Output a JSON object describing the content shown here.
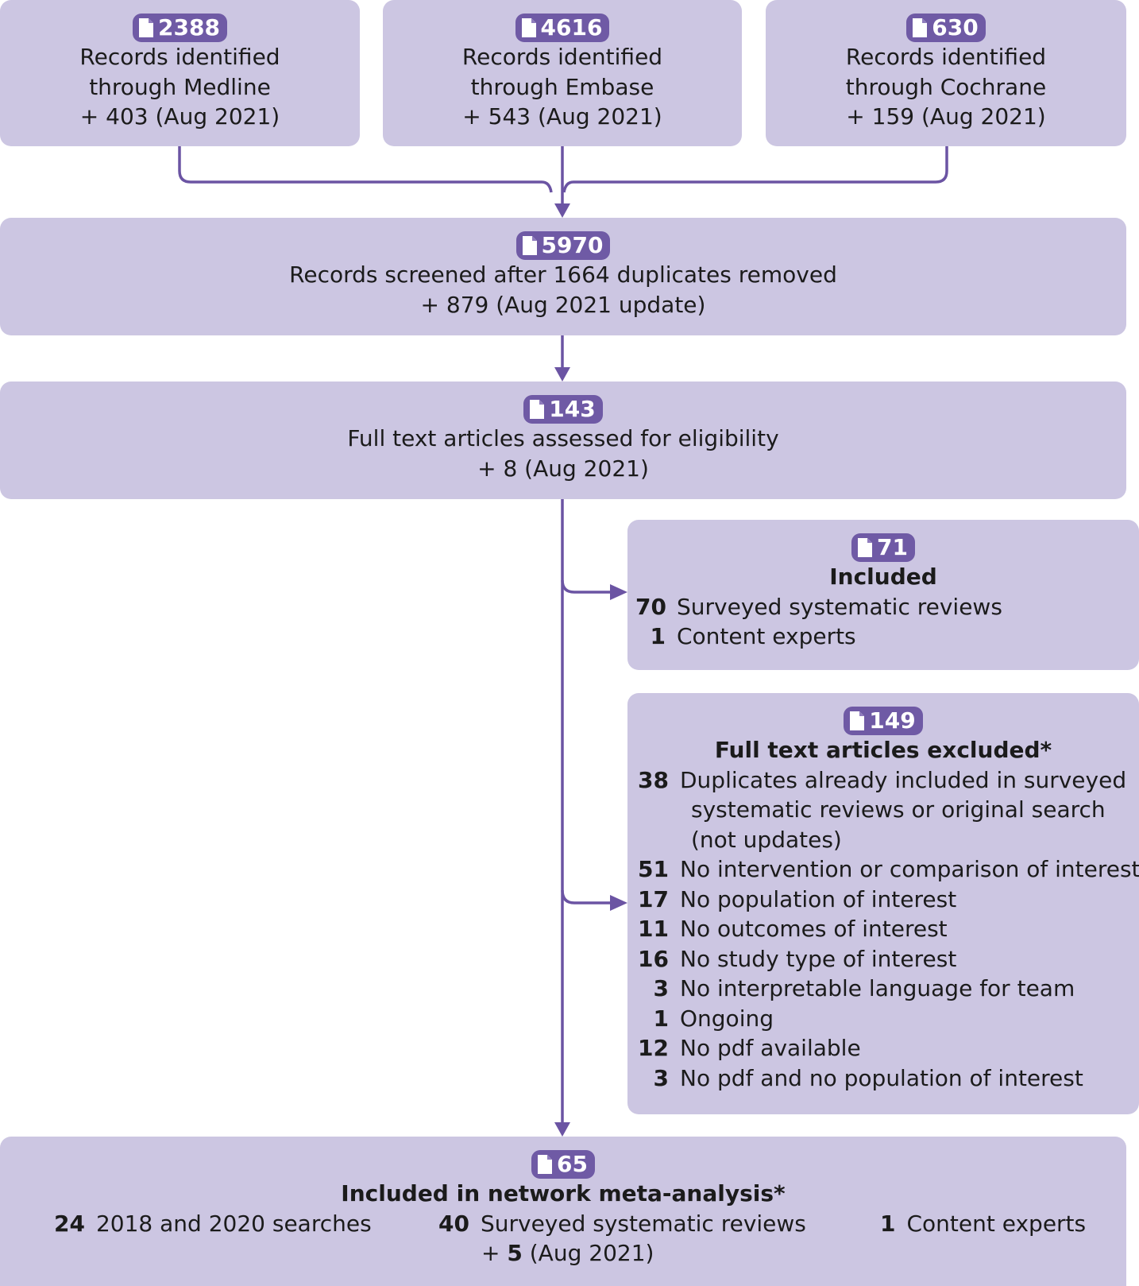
{
  "sources": [
    {
      "count": "2388",
      "lines": [
        "Records identified",
        "through Medline",
        "+ 403 (Aug 2021)"
      ]
    },
    {
      "count": "4616",
      "lines": [
        "Records identified",
        "through Embase",
        "+ 543 (Aug 2021)"
      ]
    },
    {
      "count": "630",
      "lines": [
        "Records identified",
        "through Cochrane",
        "+ 159 (Aug 2021)"
      ]
    }
  ],
  "screened": {
    "count": "5970",
    "lines": [
      "Records screened after 1664 duplicates removed",
      "+ 879 (Aug 2021 update)"
    ]
  },
  "eligibility": {
    "count": "143",
    "lines": [
      "Full text articles assessed for eligibility",
      "+ 8 (Aug 2021)"
    ]
  },
  "included": {
    "count": "71",
    "title": "Included",
    "items": [
      {
        "n": "70",
        "text": "Surveyed systematic reviews"
      },
      {
        "n": "1",
        "text": "Content experts"
      }
    ]
  },
  "excluded": {
    "count": "149",
    "title": "Full text articles excluded*",
    "items": [
      {
        "n": "38",
        "text": "Duplicates already included in surveyed",
        "cont": [
          "systematic reviews or original search",
          "(not updates)"
        ]
      },
      {
        "n": "51",
        "text": "No intervention or comparison of interest"
      },
      {
        "n": "17",
        "text": "No population of interest"
      },
      {
        "n": "11",
        "text": "No outcomes of interest"
      },
      {
        "n": "16",
        "text": "No study type of interest"
      },
      {
        "n": "3",
        "text": "No interpretable language for team"
      },
      {
        "n": "1",
        "text": "Ongoing"
      },
      {
        "n": "12",
        "text": "No pdf available"
      },
      {
        "n": "3",
        "text": "No pdf and no population of interest"
      }
    ]
  },
  "final": {
    "count": "65",
    "title": "Included in network meta-analysis*",
    "col1": {
      "n": "24",
      "text": "2018 and 2020 searches"
    },
    "col2": {
      "n": "40",
      "text": "Surveyed systematic reviews",
      "update_prefix": "+ ",
      "update_n": "5",
      "update_suffix": " (Aug 2021)"
    },
    "col3": {
      "n": "1",
      "text": "Content experts"
    }
  },
  "colors": {
    "box": "#ccc6e2",
    "badge": "#6f5aa5",
    "arrow": "#6b54a3"
  },
  "icons": {
    "badge_icon": "document-icon"
  }
}
